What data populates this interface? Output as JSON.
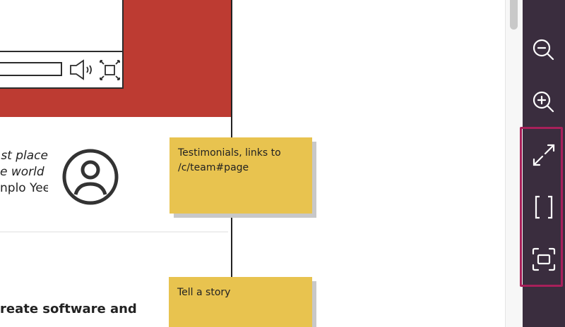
{
  "canvas": {
    "quote_lines": [
      "st place",
      "e world -",
      "nplo Yee"
    ],
    "heading": "reate software and",
    "sticky_notes": [
      {
        "text_lines": [
          "Testimonials, links to",
          "/c/team#page"
        ]
      },
      {
        "text_lines": [
          "Tell a story"
        ]
      }
    ],
    "colors": {
      "hero": "#bd3b32",
      "sticky": "#e8c34f"
    }
  },
  "toolbar": {
    "buttons": [
      "zoom-out",
      "zoom-in",
      "expand",
      "brackets",
      "fit-to-screen"
    ],
    "background": "#3a2d3e",
    "highlight": "#a8205a"
  }
}
